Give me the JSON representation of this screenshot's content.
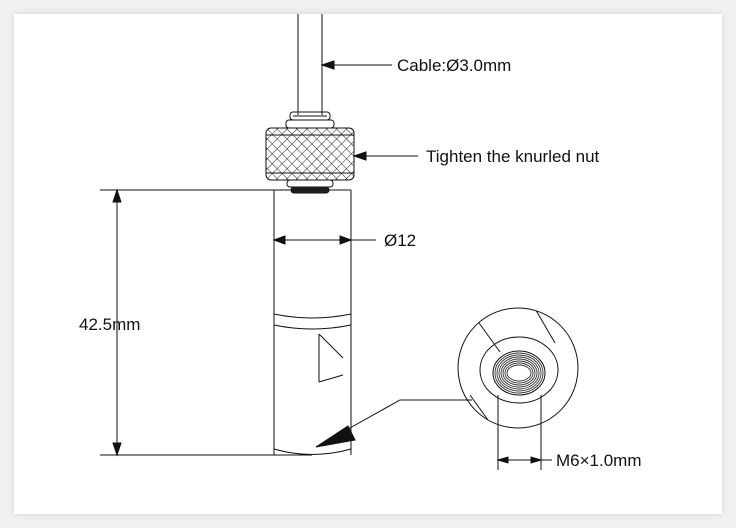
{
  "labels": {
    "cable": "Cable:Ø3.0mm",
    "knurled": "Tighten the knurled nut",
    "diameter": "Ø12",
    "length": "42.5mm",
    "thread": "M6×1.0mm"
  },
  "colors": {
    "line": "#111111",
    "background": "#ffffff",
    "frame": "#f0f0f0"
  }
}
